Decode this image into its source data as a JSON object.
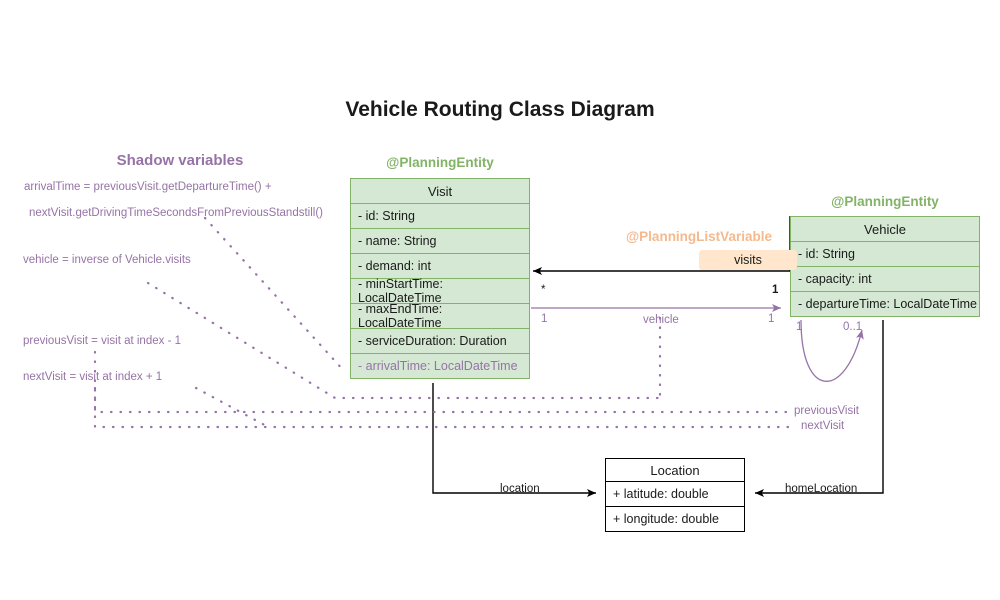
{
  "title": "Vehicle Routing Class Diagram",
  "colors": {
    "entity_green_fill": "#d5e8d4",
    "entity_green_border": "#82b366",
    "shadow_purple": "#9673a6",
    "listvar_orange_text": "#f5b98e",
    "visits_chip_fill": "#ffe6cc",
    "plain_border": "#000000",
    "text": "#1a1a1a"
  },
  "shadow_panel": {
    "heading": "Shadow variables",
    "notes": [
      "arrivalTime = previousVisit.getDepartureTime() +",
      "nextVisit.getDrivingTimeSecondsFromPreviousStandstill()",
      "vehicle = inverse of Vehicle.visits",
      "previousVisit = visit at index - 1",
      "nextVisit = visit at index + 1"
    ]
  },
  "classes": {
    "visit": {
      "stereotype": "@PlanningEntity",
      "name": "Visit",
      "attributes": [
        {
          "text": "- id: String",
          "shadow": false
        },
        {
          "text": "- name: String",
          "shadow": false
        },
        {
          "text": "- demand: int",
          "shadow": false
        },
        {
          "text": "- minStartTime: LocalDateTime",
          "shadow": false
        },
        {
          "text": "- maxEndTime: LocalDateTime",
          "shadow": false
        },
        {
          "text": "- serviceDuration: Duration",
          "shadow": false
        },
        {
          "text": "- arrivalTime: LocalDateTime",
          "shadow": true
        }
      ]
    },
    "vehicle": {
      "stereotype": "@PlanningEntity",
      "name": "Vehicle",
      "attributes": [
        {
          "text": "- id: String",
          "shadow": false
        },
        {
          "text": "- capacity: int",
          "shadow": false
        },
        {
          "text": "- departureTime: LocalDateTime",
          "shadow": false
        }
      ]
    },
    "location": {
      "stereotype": "",
      "name": "Location",
      "attributes": [
        {
          "text": "+ latitude: double",
          "shadow": false
        },
        {
          "text": "+ longitude: double",
          "shadow": false
        }
      ]
    }
  },
  "annotations": {
    "planning_list_variable": "@PlanningListVariable",
    "visits_chip": "visits"
  },
  "edges": {
    "visits": {
      "label": "visits",
      "source_mult": "1",
      "target_mult": "*"
    },
    "vehicle": {
      "label": "vehicle",
      "source_mult": "1",
      "target_mult": "1"
    },
    "self_loop": {
      "source_mult": "1",
      "target_mult": "0..1"
    },
    "previous_visit": {
      "label": "previousVisit"
    },
    "next_visit": {
      "label": "nextVisit"
    },
    "location": {
      "label": "location"
    },
    "home_location": {
      "label": "homeLocation"
    }
  }
}
